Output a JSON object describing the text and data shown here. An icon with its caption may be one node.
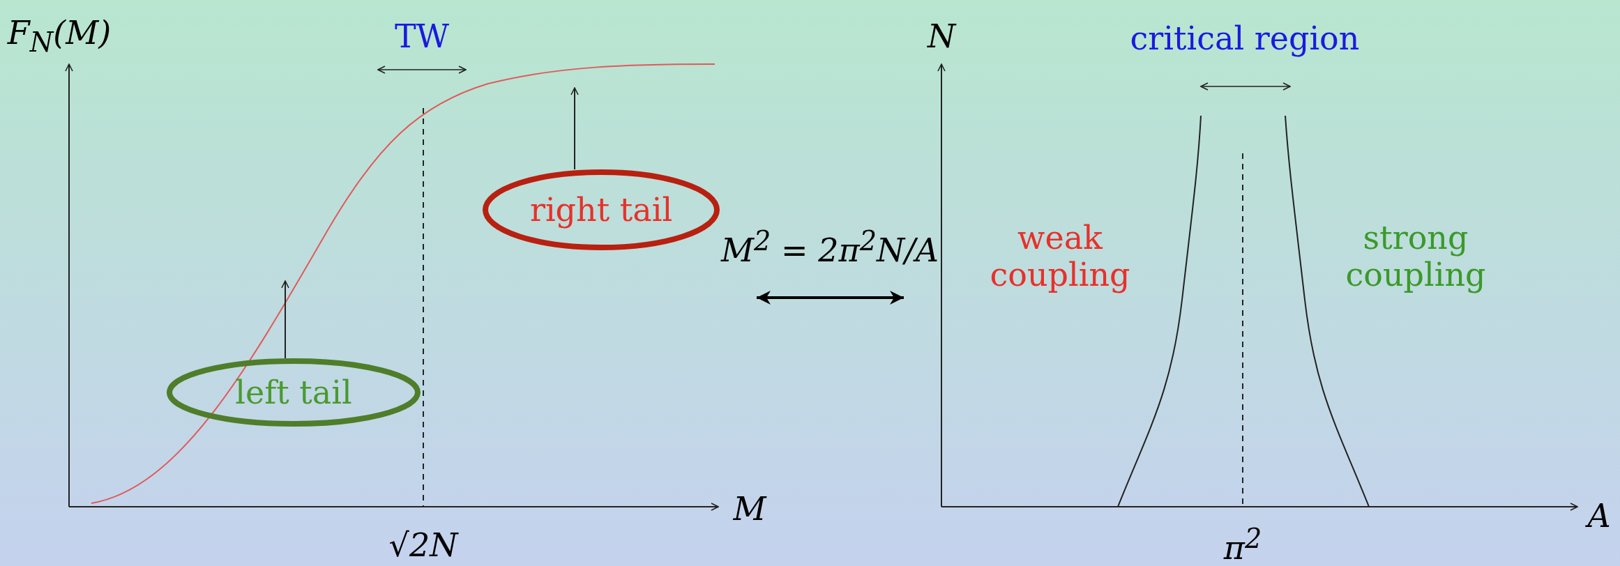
{
  "diagram": {
    "nodes": [
      {
        "text": [
          "left tail"
        ]
      },
      {
        "text": [
          "right tail"
        ]
      }
    ],
    "edges": [
      {
        "from": 0,
        "to": null,
        "arrow": "to"
      },
      {
        "from": 1,
        "to": null,
        "arrow": "to"
      }
    ],
    "labels": [
      "F$_{N}$(M)",
      "TW",
      "N",
      "critical region",
      "M$^{2}$ = 2π$^{2}$N/A",
      "weak coupling",
      "strong coupling",
      "M",
      "√2N",
      "A",
      "π$^{2}$"
    ]
  }
}
